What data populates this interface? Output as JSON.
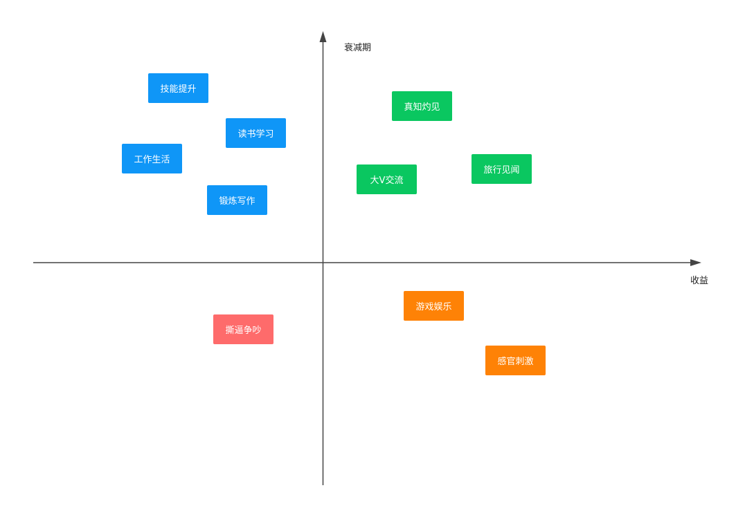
{
  "axes": {
    "y_label": "衰减期",
    "x_label": "收益"
  },
  "colors": {
    "blue": "#0f96f7",
    "green": "#0ac760",
    "orange": "#fe8206",
    "red": "#fe6b6b",
    "axis": "#444444"
  },
  "tags": [
    {
      "label": "技能提升",
      "color": "blue"
    },
    {
      "label": "读书学习",
      "color": "blue"
    },
    {
      "label": "工作生活",
      "color": "blue"
    },
    {
      "label": "锻炼写作",
      "color": "blue"
    },
    {
      "label": "真知灼见",
      "color": "green"
    },
    {
      "label": "大V交流",
      "color": "green"
    },
    {
      "label": "旅行见闻",
      "color": "green"
    },
    {
      "label": "游戏娱乐",
      "color": "orange"
    },
    {
      "label": "撕逼争吵",
      "color": "red"
    },
    {
      "label": "感官刺激",
      "color": "orange"
    }
  ]
}
